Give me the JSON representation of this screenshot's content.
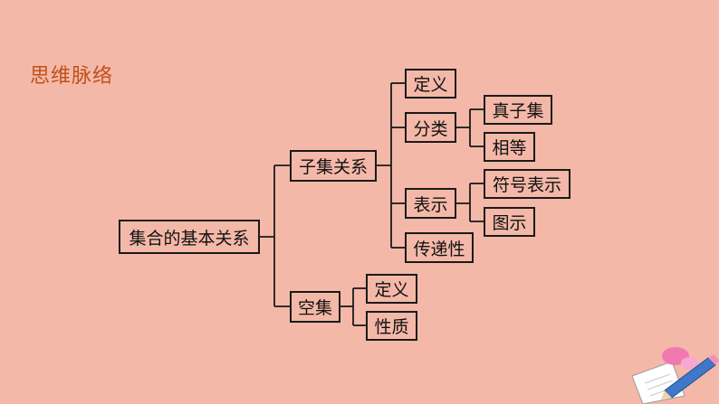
{
  "header": {
    "title": "思维脉络"
  },
  "tree": {
    "root": "集合的基本关系",
    "subset_relation": {
      "label": "子集关系",
      "definition": "定义",
      "classification": {
        "label": "分类",
        "proper_subset": "真子集",
        "equal": "相等"
      },
      "representation": {
        "label": "表示",
        "symbol": "符号表示",
        "diagram": "图示"
      },
      "transitivity": "传递性"
    },
    "empty_set": {
      "label": "空集",
      "definition": "定义",
      "property": "性质"
    }
  },
  "colors": {
    "background": "#f4b8a8",
    "title": "#c0501a",
    "line": "#1a1a1a"
  },
  "decoration": {
    "icon": "pencil-and-paper-icon"
  }
}
